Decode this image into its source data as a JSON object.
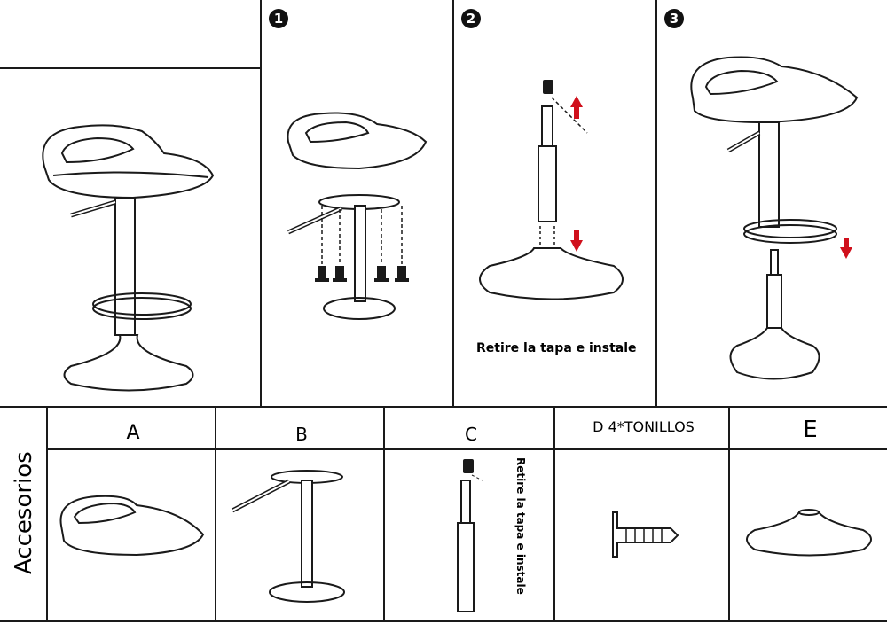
{
  "steps": [
    {
      "number": "1"
    },
    {
      "number": "2",
      "caption": "Retire la tapa e instale"
    },
    {
      "number": "3"
    }
  ],
  "accessories": {
    "title": "Accesorios",
    "columns": [
      {
        "label": "A"
      },
      {
        "label": "B"
      },
      {
        "label": "C",
        "vertical_caption": "Retire la tapa e instale"
      },
      {
        "label": "D 4*TONILLOS"
      },
      {
        "label": "E"
      }
    ]
  },
  "colors": {
    "line": "#1a1a1a",
    "arrow": "#d0101c"
  },
  "icons": [
    "up-arrow-icon",
    "down-arrow-icon",
    "screw-icon",
    "gas-cylinder-icon",
    "stool-seat-icon",
    "stool-base-icon"
  ]
}
